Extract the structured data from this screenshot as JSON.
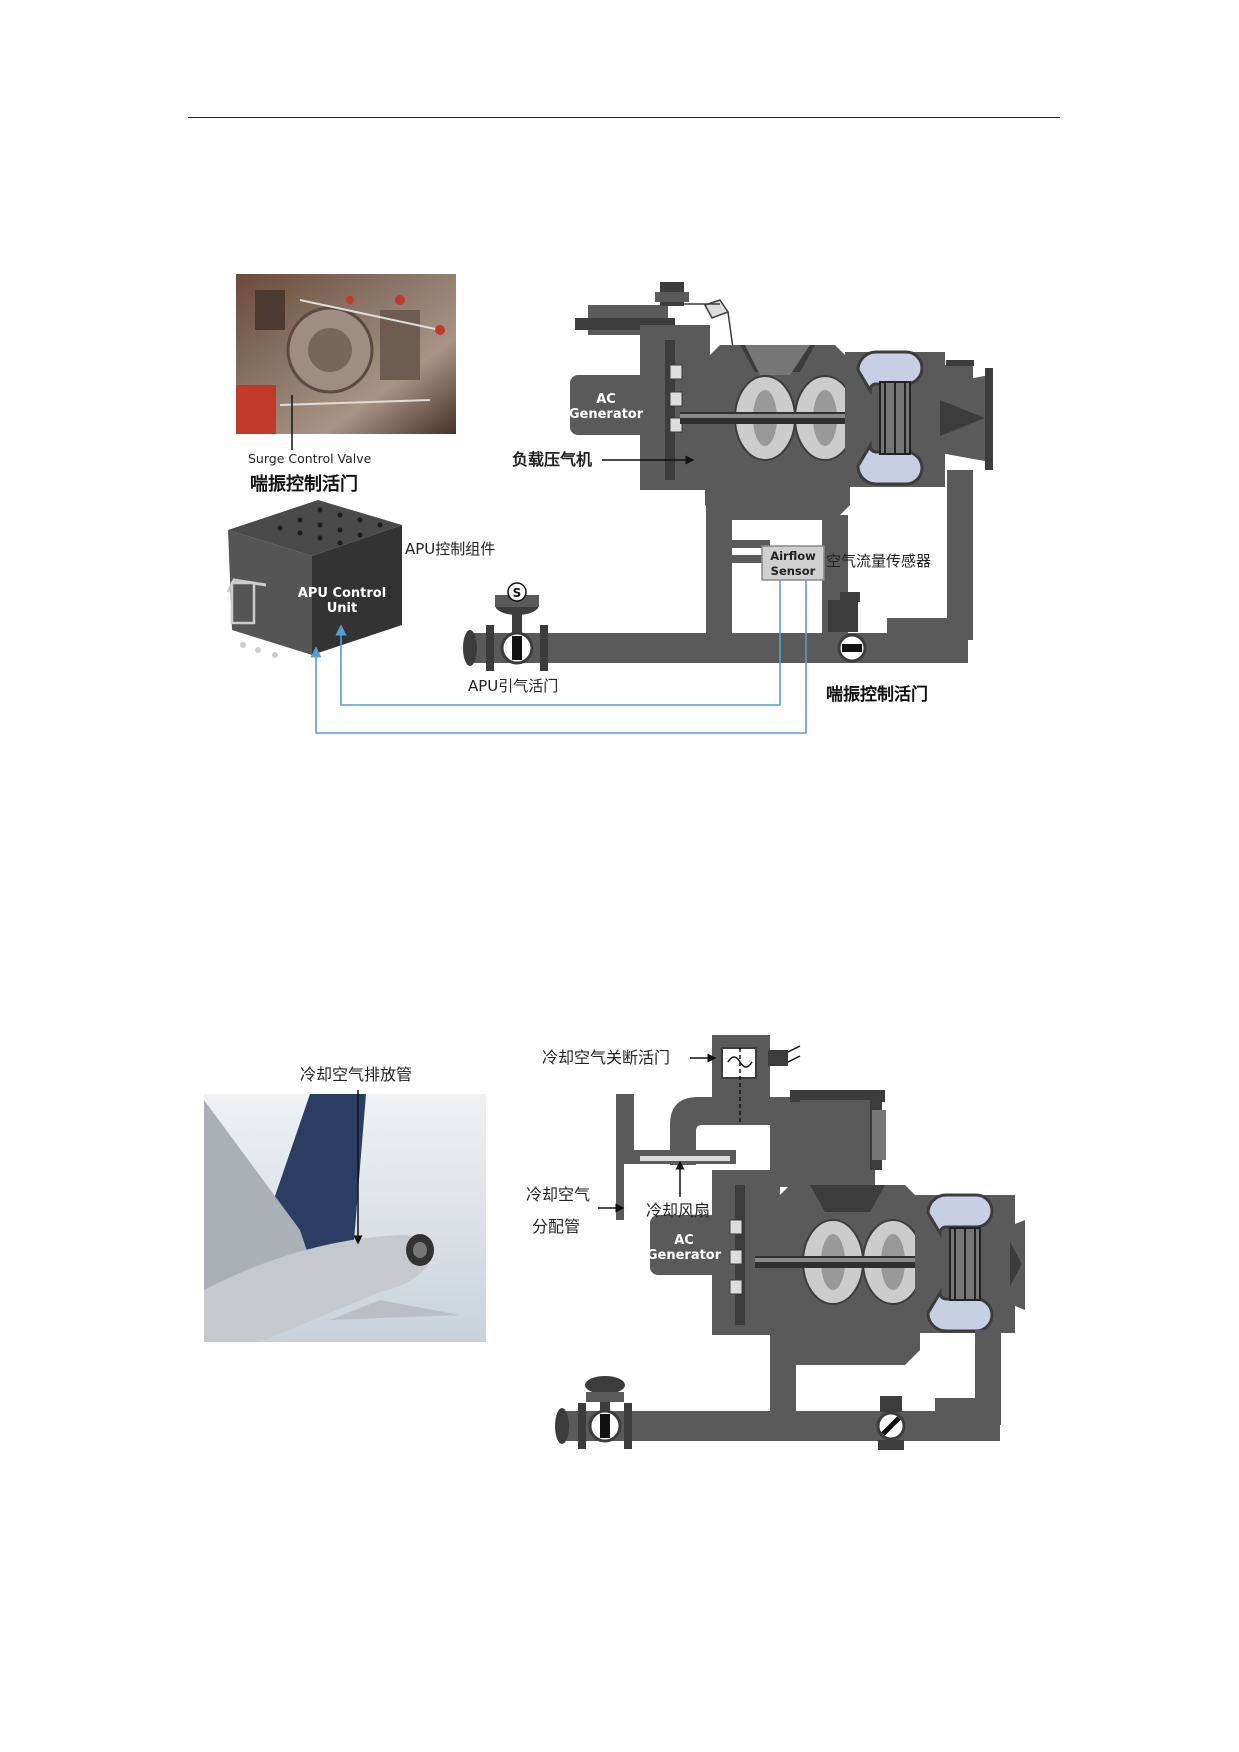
{
  "diagram1": {
    "photo_caption": "Surge Control   Valve",
    "surge_valve_cn": "喘振控制活门",
    "ac_generator_line1": "AC",
    "ac_generator_line2": "Generator",
    "load_compressor": "负载压气机",
    "apu_control_assembly": "APU控制组件",
    "apu_control_unit_line1": "APU Control",
    "apu_control_unit_line2": "Unit",
    "airflow_sensor_line1": "Airflow",
    "airflow_sensor_line2": "Sensor",
    "airflow_sensor_cn": "空气流量传感器",
    "solenoid_mark": "S",
    "apu_bleed_valve": "APU引气活门",
    "surge_valve_cn_2": "喘振控制活门"
  },
  "diagram2": {
    "exhaust_duct": "冷却空气排放管",
    "shutoff_valve": "冷却空气关断活门",
    "distribution_line1": "冷却空气",
    "distribution_line2": "分配管",
    "cooling_fan": "冷却风扇",
    "ac_generator_line1": "AC",
    "ac_generator_line2": "Generator"
  },
  "colors": {
    "machine_gray": "#5a5a5a",
    "machine_dark": "#3c3c3c",
    "signal_line": "#5b9bd5",
    "sky": "#dfe6ec",
    "tail_blue": "#2b3d63"
  }
}
